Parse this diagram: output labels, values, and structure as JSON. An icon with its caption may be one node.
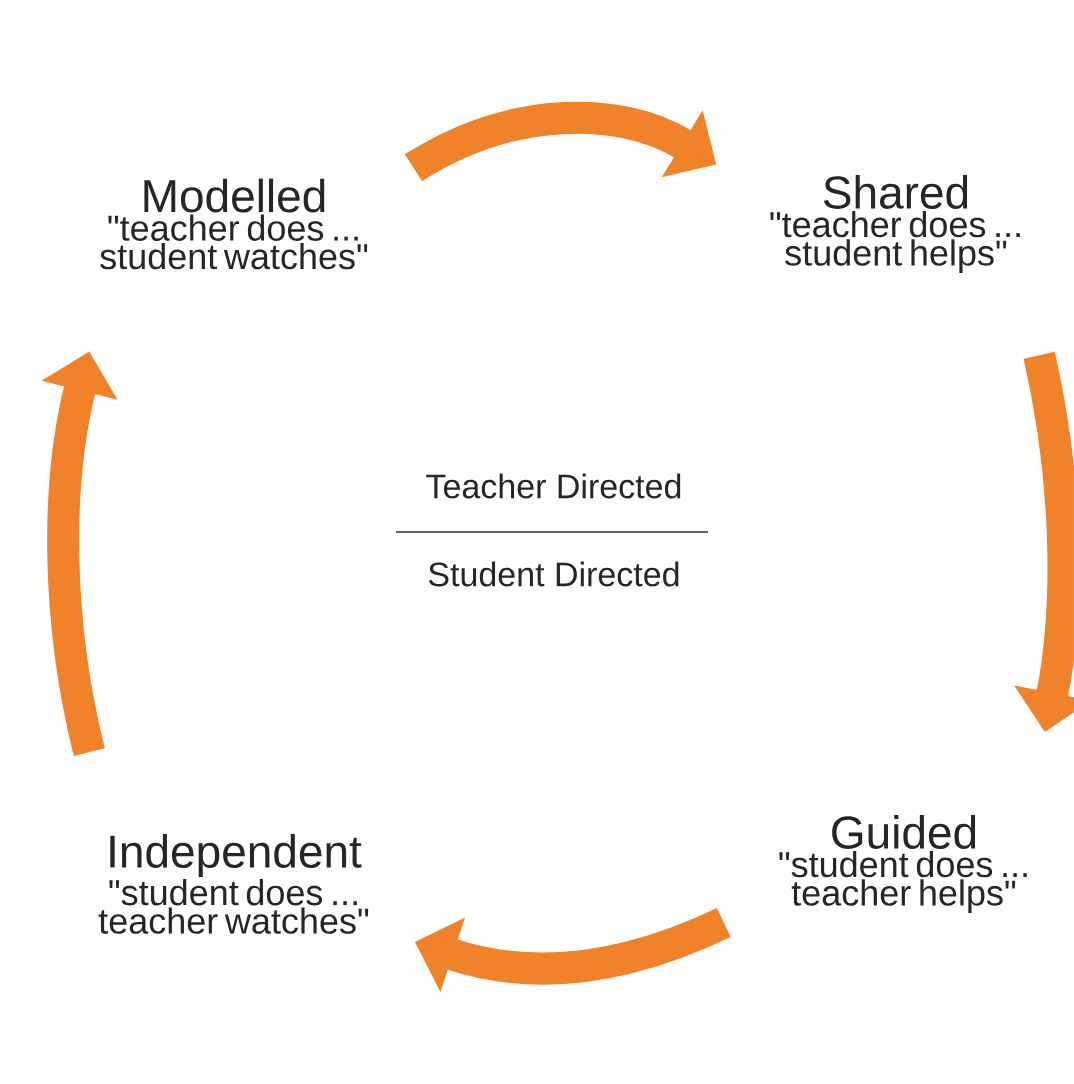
{
  "diagram": {
    "nodes": [
      {
        "text": [
          "Modelled",
          "\"teacher does ... student watches\""
        ]
      },
      {
        "text": [
          "Shared",
          "\"teacher does ... student helps\""
        ]
      },
      {
        "text": [
          "Guided",
          "\"student does ... teacher helps\""
        ]
      },
      {
        "text": [
          "Independent",
          "\"student does ... teacher watches\""
        ]
      }
    ],
    "edges": [
      {
        "from": 0,
        "to": 1,
        "arrow": "to"
      },
      {
        "from": 1,
        "to": 2,
        "arrow": "to"
      },
      {
        "from": 2,
        "to": 3,
        "arrow": "to"
      },
      {
        "from": 3,
        "to": 0,
        "arrow": "to"
      }
    ],
    "labels": [
      "Teacher Directed",
      "Student Directed"
    ]
  }
}
